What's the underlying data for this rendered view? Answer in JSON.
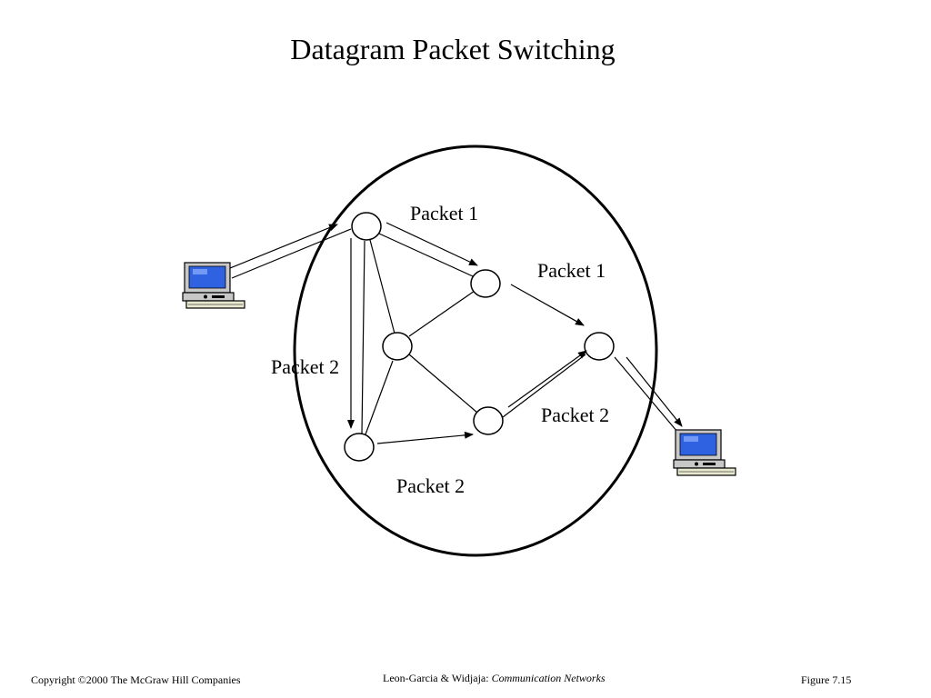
{
  "title": "Datagram Packet Switching",
  "labels": {
    "packet1_a": "Packet 1",
    "packet1_b": "Packet 1",
    "packet2_left": "Packet 2",
    "packet2_right": "Packet 2",
    "packet2_bottom": "Packet 2"
  },
  "footer": {
    "copyright": "Copyright ©2000 The McGraw Hill Companies",
    "authors": "Leon-Garcia & Widjaja:",
    "book": "Communication Networks",
    "figure": "Figure 7.15"
  },
  "icons": {
    "source": "computer-icon",
    "destination": "computer-icon"
  },
  "colors": {
    "screen": "#2f62e0",
    "screen_highlight": "#8fb0ff",
    "monitor_body": "#c8c8c8"
  }
}
